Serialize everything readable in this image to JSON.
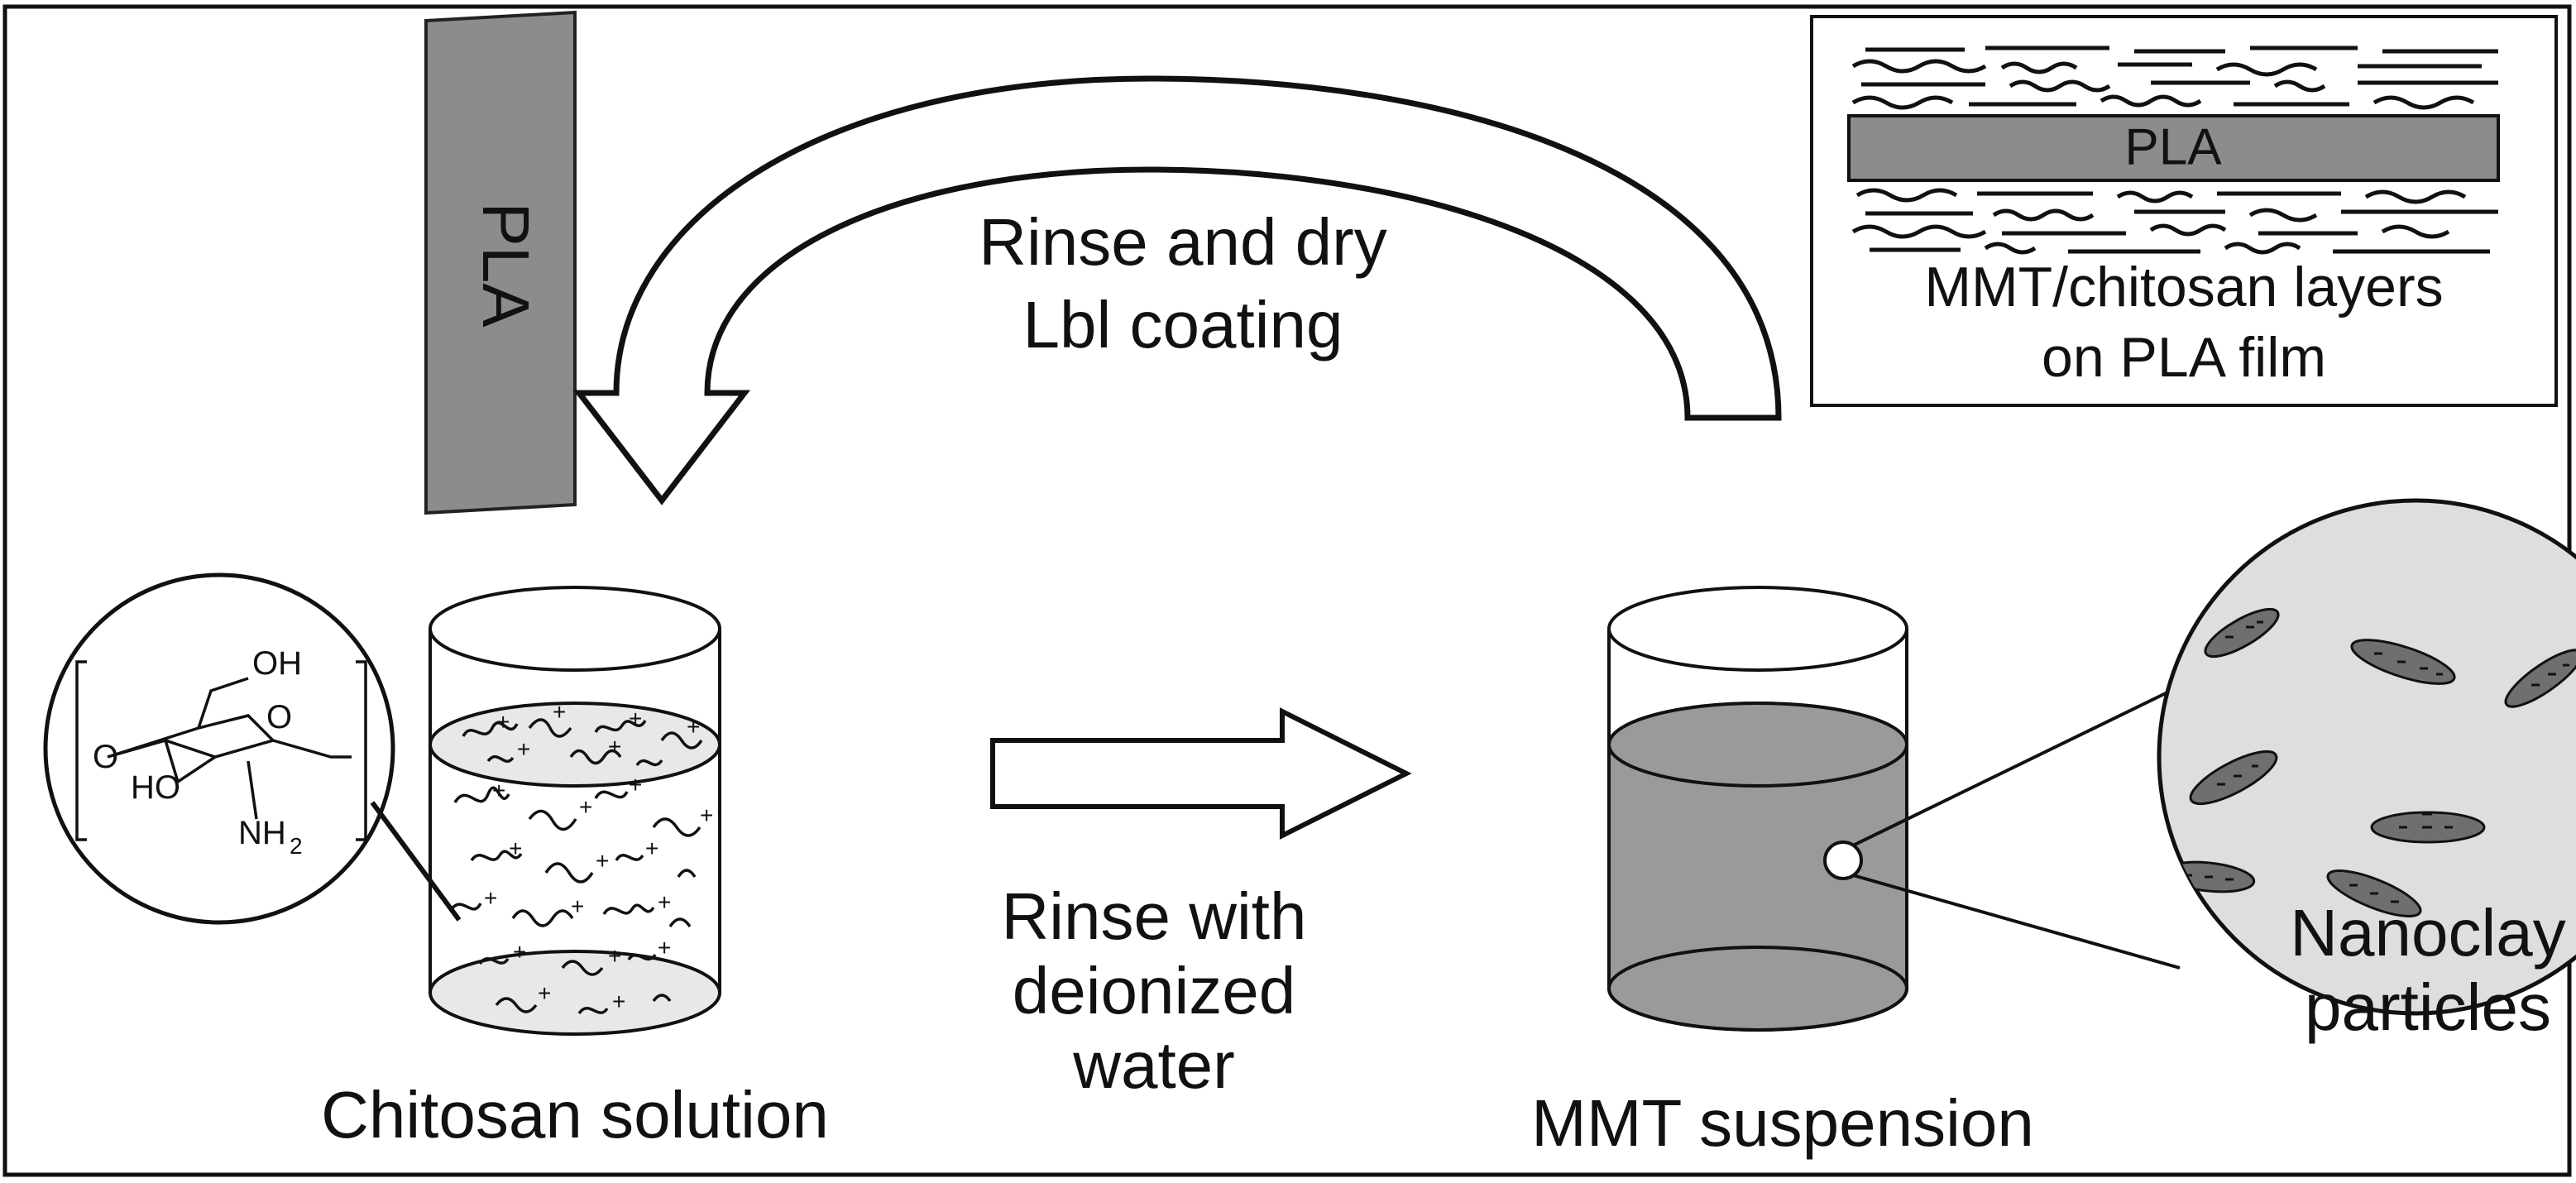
{
  "arc_label": {
    "line1": "Rinse and dry",
    "line2": "LbL coating"
  },
  "arc_label_text": {
    "line1": "Rinse and dry",
    "line2": "Lbl coating"
  },
  "pla_strip_label": "PLA",
  "inset": {
    "film_label": "PLA",
    "caption_line1": "MMT/chitosan layers",
    "caption_line2": "on PLA film"
  },
  "middle_arrow_label": {
    "line1": "Rinse with",
    "line2": "deionized",
    "line3": "water"
  },
  "left_beaker_label": "Chitosan solution",
  "right_beaker_label": "MMT suspension",
  "zoom_label": {
    "line1": "Nanoclay",
    "line2": "particles"
  },
  "chem": {
    "oh": "OH",
    "ho": "HO",
    "o_ring": "O",
    "o_link": "O",
    "nh": "NH",
    "sub2": "2"
  },
  "colors": {
    "pla": "#8c8c8c",
    "suspension": "#9a9a9a",
    "zoom_bg": "#dedede",
    "solution": "#e8e8e8",
    "clay": "#6f6f6f"
  }
}
